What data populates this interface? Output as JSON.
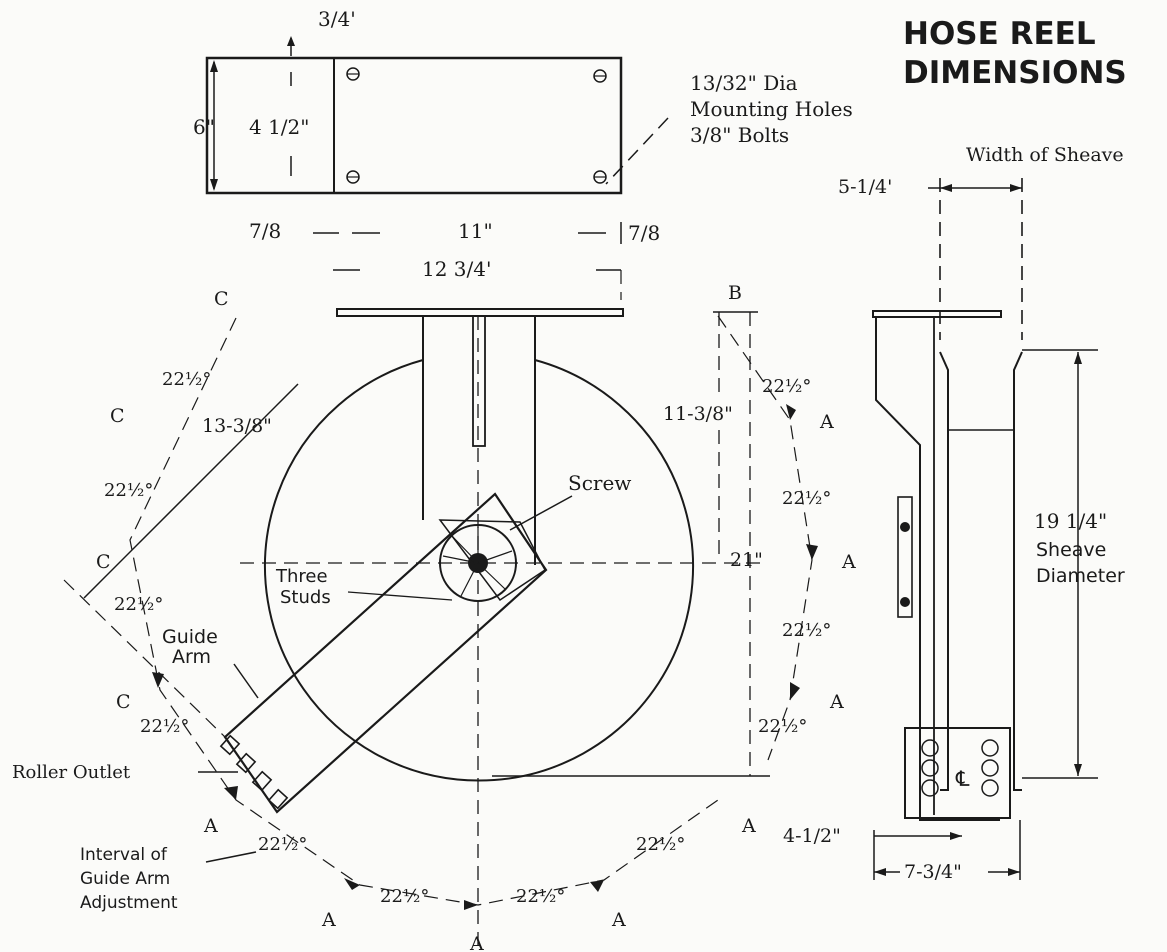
{
  "title": [
    "HOSE REEL",
    "DIMENSIONS"
  ],
  "top_view": {
    "dim_top": "3/4'",
    "dim_height_outer": "6\"",
    "dim_height_inner": "4 1/2\"",
    "holes_note": [
      "13/32\" Dia",
      "Mounting Holes",
      "3/8\" Bolts"
    ],
    "dim_left": "7/8",
    "dim_center": "11\"",
    "dim_right": "7/8",
    "dim_overall": "12 3/4'"
  },
  "front_view": {
    "label_B": "B",
    "labels_C": [
      "C",
      "C",
      "C",
      "C"
    ],
    "labels_A": [
      "A",
      "A",
      "A",
      "A",
      "A",
      "A",
      "A",
      "A"
    ],
    "angle": "22½°",
    "dim_arm": "13-3/8\"",
    "dim_upper": "11-3/8\"",
    "dim_height": "21\"",
    "screw": "Screw",
    "studs": [
      "Three",
      "Studs"
    ],
    "guide_arm": [
      "Guide",
      "Arm"
    ],
    "roller_outlet": "Roller Outlet",
    "interval": [
      "Interval of",
      "Guide Arm",
      "Adjustment"
    ]
  },
  "side_view": {
    "width_of_sheave": "Width of Sheave",
    "dim_width": "5-1/4'",
    "diameter_value": "19 1/4\"",
    "diameter_label": [
      "Sheave",
      "Diameter"
    ],
    "centerline": "℄",
    "dim_offset": "4-1/2\"",
    "dim_depth": "7-3/4\""
  }
}
